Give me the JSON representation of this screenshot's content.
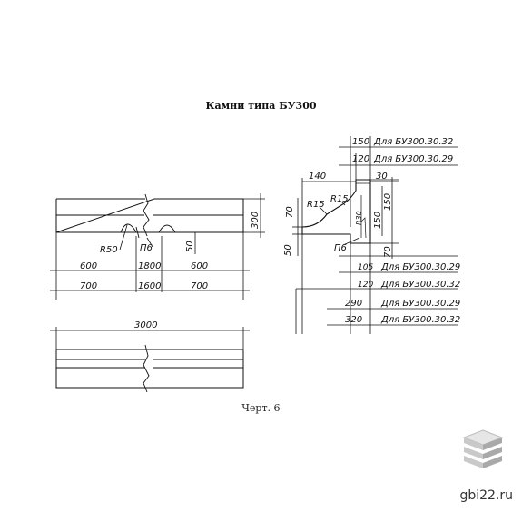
{
  "title": "Камни типа БУ300",
  "caption": "Черт. 6",
  "watermark": "gbi22.ru",
  "front_view": {
    "dim_600_left": "600",
    "dim_1800": "1800",
    "dim_600_right": "600",
    "dim_700_left": "700",
    "dim_1600": "1600",
    "dim_700_right": "700",
    "dim_300": "300",
    "dim_50": "50",
    "label_r50": "R50",
    "label_p6": "П6"
  },
  "plan_view": {
    "dim_3000": "3000"
  },
  "section": {
    "dim_150": "150",
    "note_150": "Для БУ300.30.32",
    "dim_120_top": "120",
    "note_120_top": "Для БУ300.30.29",
    "dim_140": "140",
    "dim_30": "30",
    "dim_70_left": "70",
    "dim_50_left": "50",
    "label_r15_a": "R15",
    "label_r15_b": "R15",
    "label_r30": "R30",
    "dim_150_right": "150",
    "dim_150_mid": "150",
    "dim_70_right": "70",
    "label_p6": "П6",
    "dim_105": "105",
    "note_105": "Для БУ300.30.29",
    "dim_120_bot": "120",
    "note_120_bot": "Для БУ300.30.32",
    "dim_290": "290",
    "note_290": "Для БУ300.30.29",
    "dim_320": "320",
    "note_320": "Для БУ300.30.32"
  }
}
